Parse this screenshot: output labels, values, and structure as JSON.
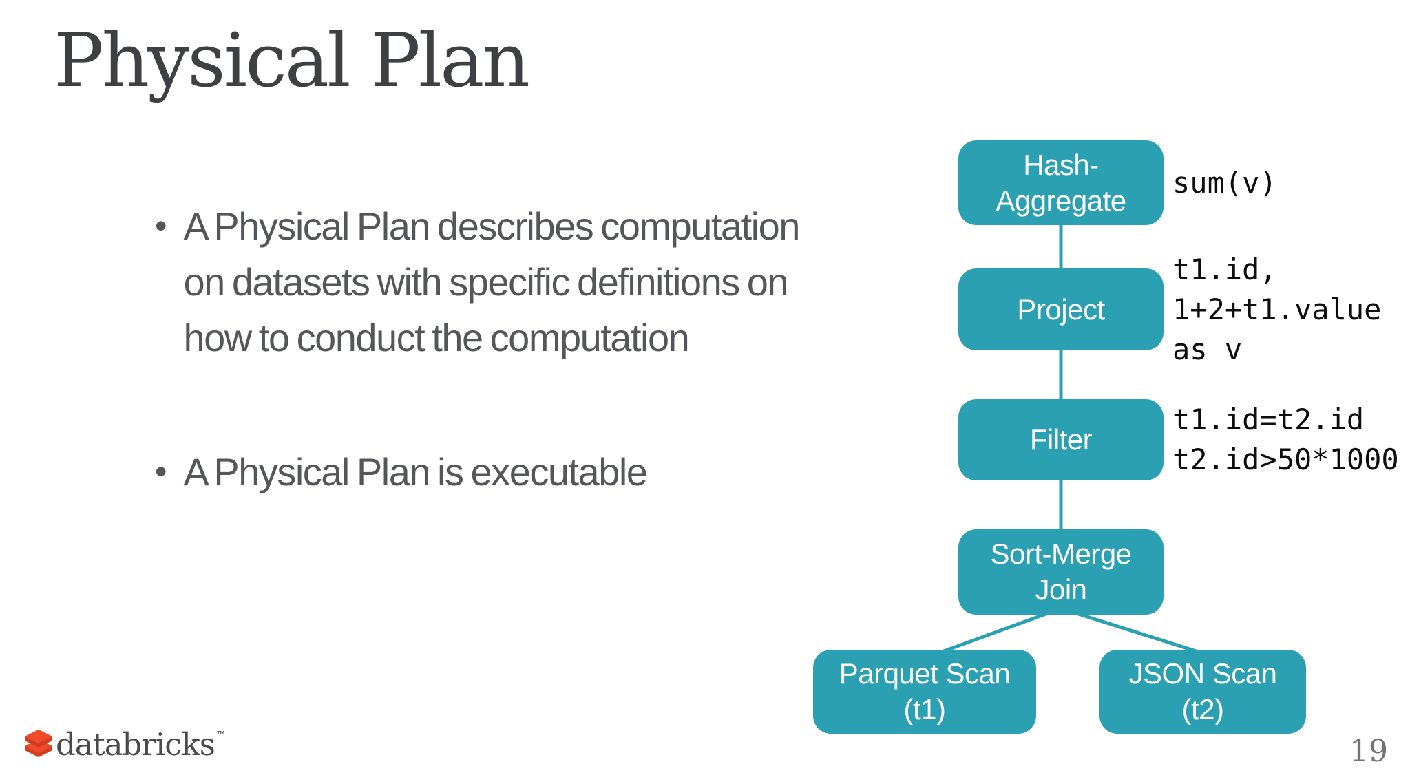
{
  "slide": {
    "title": "Physical Plan",
    "bullet_char": "•",
    "bullets": [
      {
        "lines": [
          "A Physical Plan describes computation",
          "on datasets with specific definitions on",
          "how to conduct the computation"
        ]
      },
      {
        "lines": [
          "A Physical Plan is executable"
        ]
      }
    ],
    "page_number": "19"
  },
  "diagram": {
    "nodes": [
      {
        "id": "hash-aggregate",
        "lines": [
          "Hash-",
          "Aggregate"
        ]
      },
      {
        "id": "project",
        "lines": [
          "Project"
        ]
      },
      {
        "id": "filter",
        "lines": [
          "Filter"
        ]
      },
      {
        "id": "sort-merge-join",
        "lines": [
          "Sort-Merge",
          "Join"
        ]
      },
      {
        "id": "parquet-scan",
        "lines": [
          "Parquet Scan",
          "(t1)"
        ]
      },
      {
        "id": "json-scan",
        "lines": [
          "JSON Scan",
          "(t2)"
        ]
      }
    ],
    "annotations": [
      {
        "for": "hash-aggregate",
        "lines": [
          "sum(v)"
        ]
      },
      {
        "for": "project",
        "lines": [
          "t1.id,",
          "1+2+t1.value",
          "as v"
        ]
      },
      {
        "for": "filter",
        "lines": [
          "t1.id=t2.id",
          "t2.id>50*1000"
        ]
      }
    ],
    "colors": {
      "node_fill": "#2aa0b2",
      "node_text": "#ffffff",
      "connector": "#2aa0b2",
      "code_text": "#0d0d0d"
    }
  },
  "footer": {
    "logo_text": "databricks",
    "logo_trademark": "™",
    "logo_colors": {
      "brick_top": "#ef4b2b",
      "brick_side_dark": "#b6331c",
      "brick_side_mid": "#d13d20"
    }
  }
}
